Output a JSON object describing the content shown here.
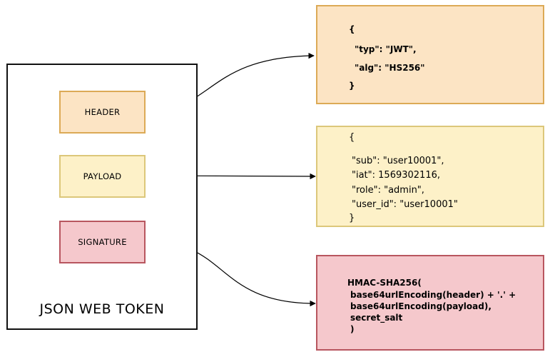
{
  "token": {
    "title": "JSON WEB TOKEN"
  },
  "parts": {
    "header": "HEADER",
    "payload": "PAYLOAD",
    "signature": "SIGNATURE"
  },
  "header_json": {
    "lines": [
      "{",
      "\"typ\": \"JWT\",",
      "\"alg\": \"HS256\"",
      "}"
    ]
  },
  "payload_json": {
    "lines": [
      "{",
      "\"sub\": \"user10001\",",
      "\"iat\": 1569302116,",
      "\"role\": \"admin\",",
      "\"user_id\": \"user10001\"",
      "}"
    ]
  },
  "signature_code": {
    "lines": [
      "HMAC-SHA256(",
      "base64urlEncoding(header) + '.' +",
      "base64urlEncoding(payload),",
      "secret_salt",
      ")"
    ]
  },
  "colors": {
    "header_fill": "#fce4c4",
    "header_border": "#dcaa56",
    "payload_fill": "#fdf1c8",
    "payload_border": "#dcc77a",
    "signature_fill": "#f5c8cc",
    "signature_border": "#b8565f"
  }
}
